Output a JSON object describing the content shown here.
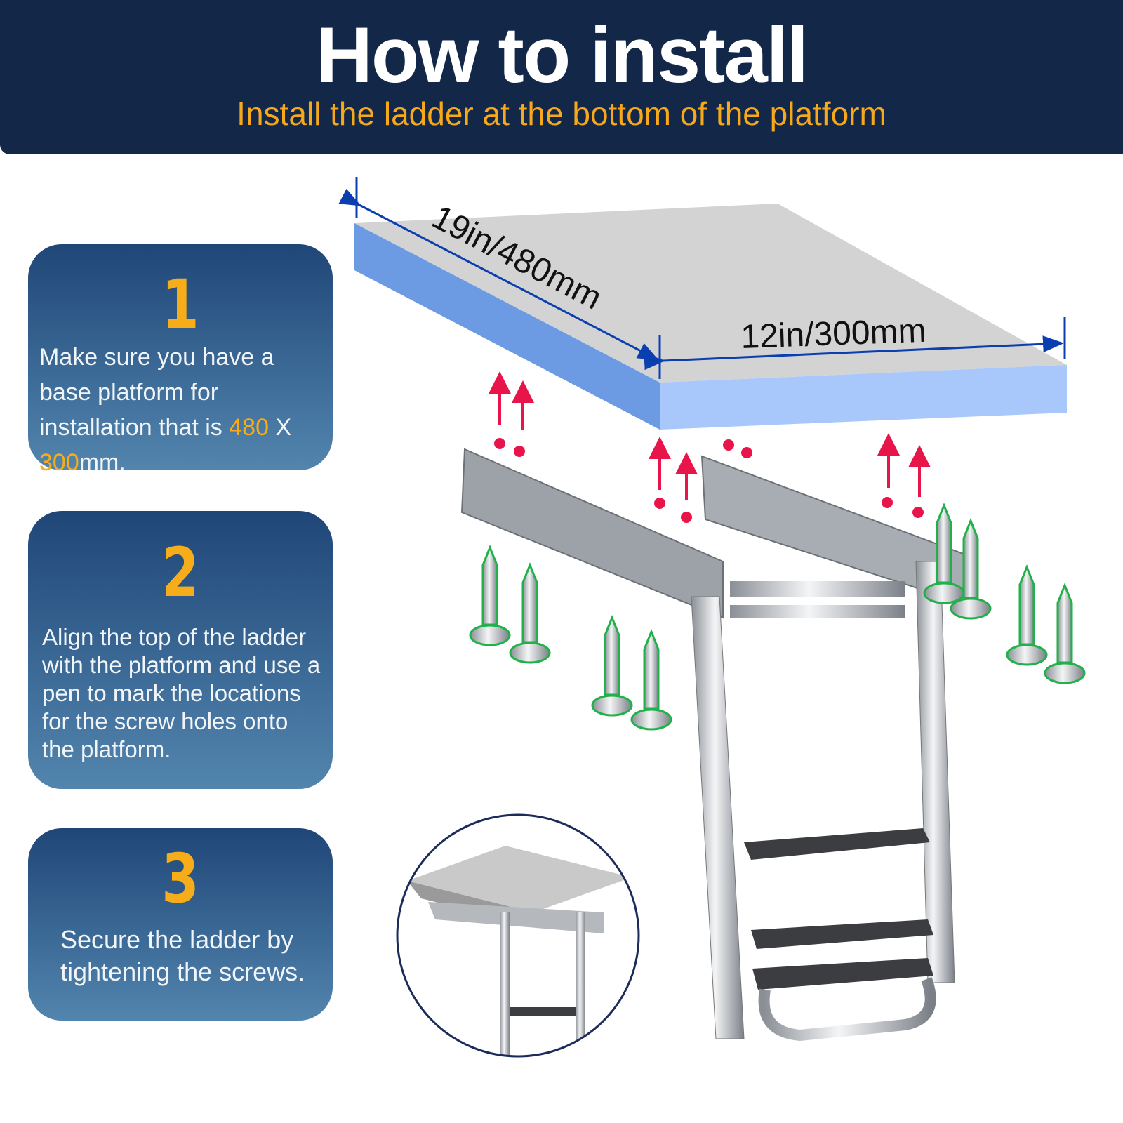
{
  "header": {
    "title": "How to install",
    "subtitle": "Install the ladder at the bottom of  the platform"
  },
  "steps": [
    {
      "number": "1",
      "text_before": "Make sure you have a base platform for installation that is ",
      "highlight_1": "480",
      "mid": " X ",
      "highlight_2": "300",
      "text_after": "mm."
    },
    {
      "number": "2",
      "text": "Align the top of the ladder with the platform and use a pen to mark the locations for the screw holes onto the platform."
    },
    {
      "number": "3",
      "text": "Secure the ladder by tightening the screws."
    }
  ],
  "dimensions": {
    "length_label": "19in/480mm",
    "width_label": "12in/300mm"
  },
  "colors": {
    "header_bg": "#132848",
    "accent": "#f7a91a",
    "arrow_red": "#e8154a",
    "dimension_blue": "#0b3fb0",
    "screw_outline": "#22b04a"
  }
}
